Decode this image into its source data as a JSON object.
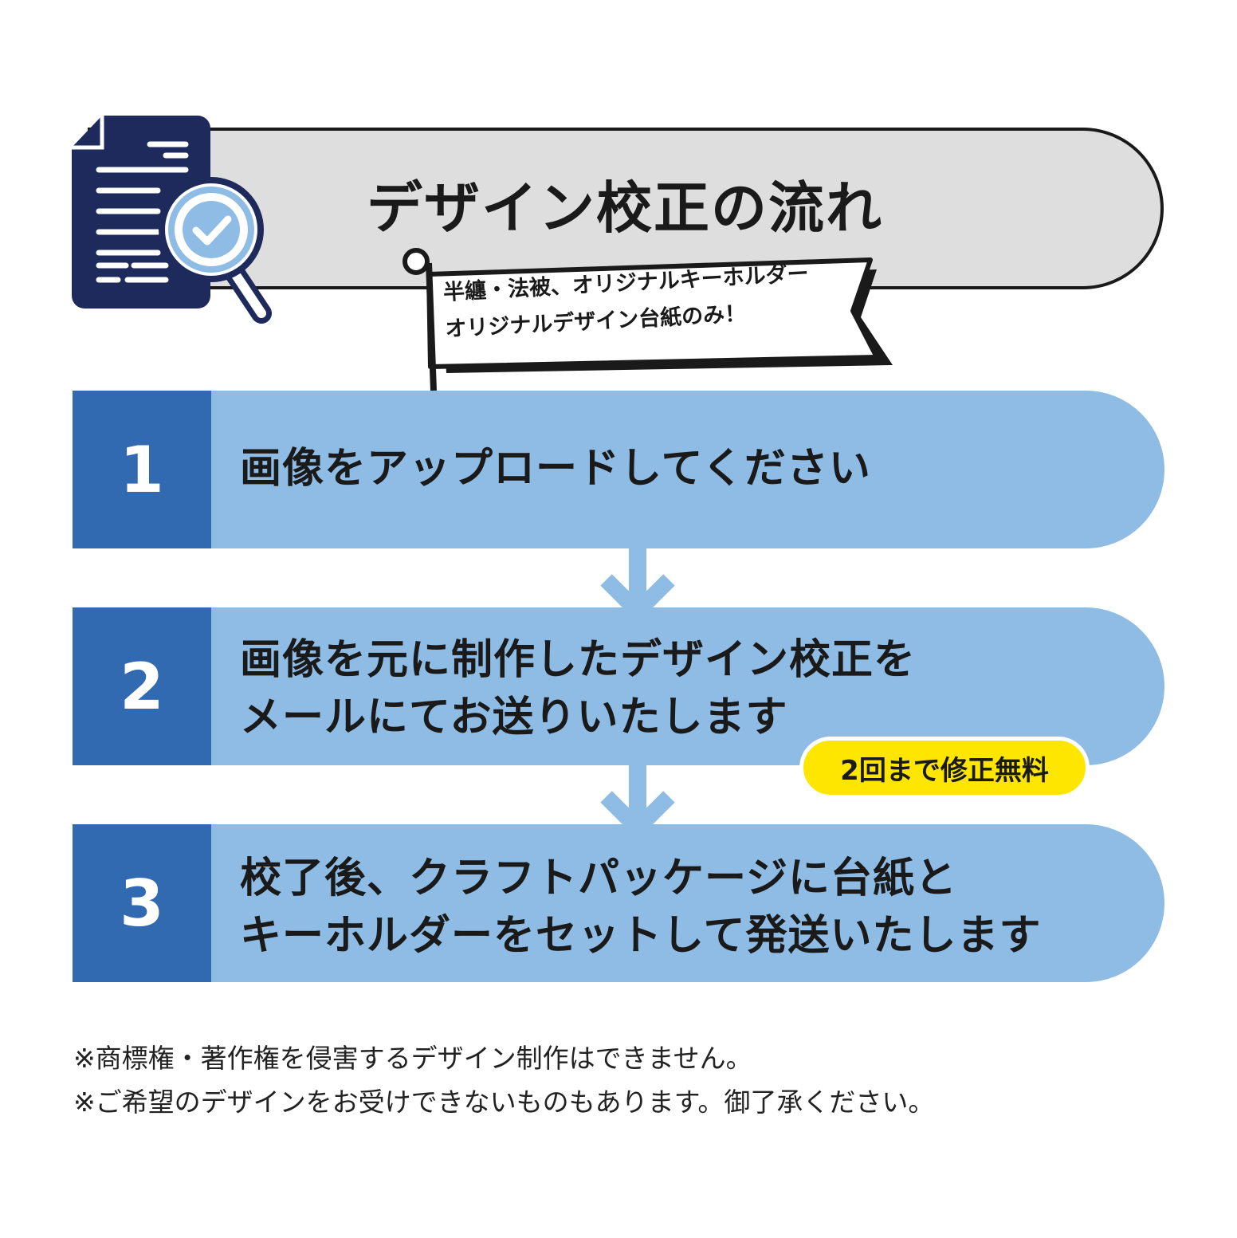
{
  "title": "デザイン校正の流れ",
  "flag": {
    "line1": "半纏・法被、オリジナルキーホルダー",
    "line2": "オリジナルデザイン台紙のみ！"
  },
  "steps": [
    {
      "number": "1",
      "lines": [
        "画像をアップロードしてください"
      ]
    },
    {
      "number": "2",
      "lines": [
        "画像を元に制作したデザイン校正を",
        "メールにてお送りいたします"
      ]
    },
    {
      "number": "3",
      "lines": [
        "校了後、クラフトパッケージに台紙と",
        "キーホルダーをセットして発送いたします"
      ]
    }
  ],
  "badge": "2回まで修正無料",
  "notes": [
    "※商標権・著作権を侵害するデザイン制作はできません。",
    "※ご希望のデザインをお受けできないものもあります。御了承ください。"
  ],
  "colors": {
    "navy": "#1f2a5c",
    "step_dark": "#316ab1",
    "step_light": "#8fbce4",
    "badge": "#ffe600",
    "title_bg": "#dedede"
  }
}
